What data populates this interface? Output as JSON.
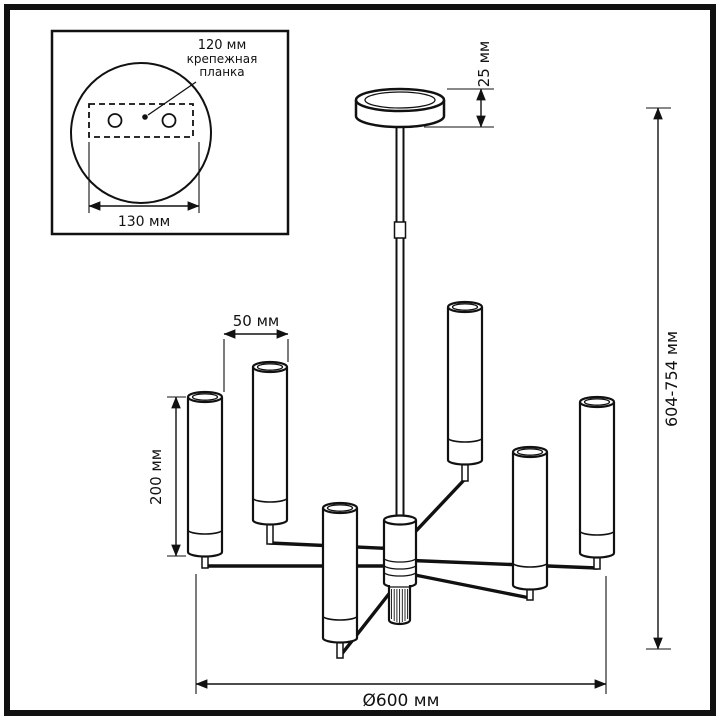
{
  "inset": {
    "hole_spacing_label": "120 мм",
    "plate_label_line1": "крепежная",
    "plate_label_line2": "планка",
    "plate_width_label": "130 мм"
  },
  "dims": {
    "canopy_height": "25 мм",
    "overall_height": "604-754 мм",
    "arm_offset": "50 мм",
    "shade_height": "200 мм",
    "diameter": "Ø600 мм"
  }
}
